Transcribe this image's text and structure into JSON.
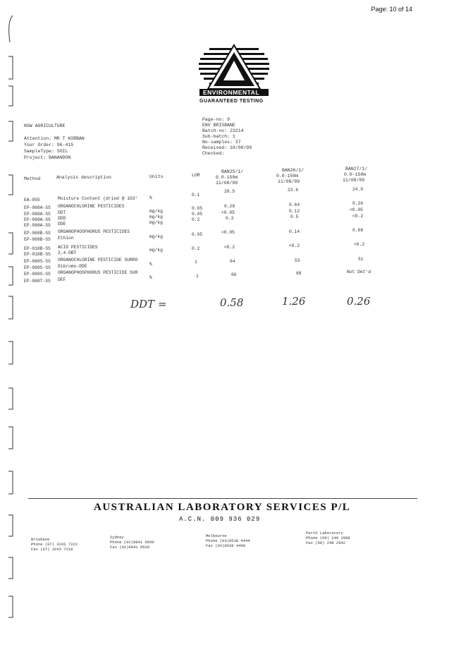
{
  "page": {
    "label": "Page: 10 of 14"
  },
  "logo": {
    "line1": "ENVIRONMENTAL",
    "line2": "GUARANTEED TESTING"
  },
  "client": {
    "org": "NSW AGRICULTURE",
    "attention": "Attention: MR T KORBAN",
    "order": "Your Order: 96-415",
    "sample_type": "SampleType: SOIL",
    "project": "Project: BANANDON"
  },
  "batch": {
    "page_no": "Page-no: 9",
    "lab": "ENV BRISBANE",
    "batch_no": "Batch-no: 23214",
    "sub_batch": "Sub-batch: 1",
    "num_samples": "No-samples: 37",
    "received": "Received: 18/08/99",
    "checked": "Checked:"
  },
  "table": {
    "headers": {
      "method": "Method",
      "analysis": "Analysis description",
      "units": "Units",
      "lor": "LOR"
    },
    "samples": [
      {
        "id": "BAN25/1/",
        "depth": "0.0-150m",
        "date": "11/08/99"
      },
      {
        "id": "BAN26/1/",
        "depth": "0.0-150m",
        "date": "11/08/99"
      },
      {
        "id": "BAN27/1/",
        "depth": "0.0-150m",
        "date": "11/08/99"
      }
    ],
    "rows": [
      {
        "method": "EA-055",
        "desc": "Moisture Content (dried @ 103°",
        "units": "%",
        "lor": "0.1",
        "v": [
          "28.5",
          "23.6",
          "24.0"
        ]
      },
      {
        "method": "EP-068A-SS",
        "desc": "ORGANOCHLORINE PESTICIDES",
        "units": "",
        "lor": "",
        "v": [
          "",
          "",
          ""
        ]
      },
      {
        "method": "EP-068A-SS",
        "desc": "DDT",
        "units": "mg/kg",
        "lor": "0.05",
        "v": [
          "0.28",
          "0.64",
          "0.26"
        ]
      },
      {
        "method": "EP-068A-SS",
        "desc": "DDD",
        "units": "mg/kg",
        "lor": "0.05",
        "v": [
          "<0.05",
          "0.12",
          "<0.05"
        ]
      },
      {
        "method": "EP-068A-SS",
        "desc": "DDE",
        "units": "mg/kg",
        "lor": "0.2",
        "v": [
          "0.3",
          "0.5",
          "<0.2"
        ]
      },
      {
        "method": "EP-068B-SS",
        "desc": "ORGANOPHOSPHORUS PESTICIDES",
        "units": "",
        "lor": "",
        "v": [
          "",
          "",
          ""
        ]
      },
      {
        "method": "EP-068B-SS",
        "desc": "Ethion",
        "units": "mg/kg",
        "lor": "0.05",
        "v": [
          "<0.05",
          "0.14",
          "0.08"
        ]
      },
      {
        "method": "EP-018B-SS",
        "desc": "ACID PESTICIDES",
        "units": "",
        "lor": "",
        "v": [
          "",
          "",
          ""
        ]
      },
      {
        "method": "EP-018B-SS",
        "desc": "2,4-DBT",
        "units": "mg/kg",
        "lor": "0.2",
        "v": [
          "<0.2",
          "<0.2",
          "<0.2"
        ]
      },
      {
        "method": "EP-068S-SS",
        "desc": "ORGANOCHLORINE PESTICIDE SURRO",
        "units": "%",
        "lor": "1",
        "v": [
          "64",
          "53",
          "51"
        ]
      },
      {
        "method": "EP-068S-SS",
        "desc": "Dibromo-DDE",
        "units": "",
        "lor": "",
        "v": [
          "",
          "",
          ""
        ]
      },
      {
        "method": "EP-068S-SS",
        "desc": "ORGANOPHOSPHORUS PESTICIDE SUR",
        "units": "%",
        "lor": "1",
        "v": [
          "66",
          "68",
          "Not Det'd"
        ]
      },
      {
        "method": "EP-068T-SS",
        "desc": "DEF",
        "units": "",
        "lor": "",
        "v": [
          "",
          "",
          ""
        ]
      }
    ]
  },
  "handwritten": {
    "label": "DDT =",
    "values": [
      "0.58",
      "1.26",
      "0.26"
    ]
  },
  "footer": {
    "company": "AUSTRALIAN LABORATORY SERVICES P/L",
    "acn": "A.C.N. 009 936 029",
    "offices": [
      {
        "city": "Brisbane",
        "phone": "Phone (07) 3243 7222",
        "fax": "Fax (07) 3243 7218"
      },
      {
        "city": "Sydney",
        "phone": "Phone (02)9841 9500",
        "fax": "Fax (02)9841 9520"
      },
      {
        "city": "Melbourne",
        "phone": "Phone (03)9538 4444",
        "fax": "Fax (03)9538 4400"
      },
      {
        "city": "Perth Laboratory",
        "phone": "Phone (09) 249 2988",
        "fax": "Fax (09) 249 2942"
      }
    ]
  }
}
